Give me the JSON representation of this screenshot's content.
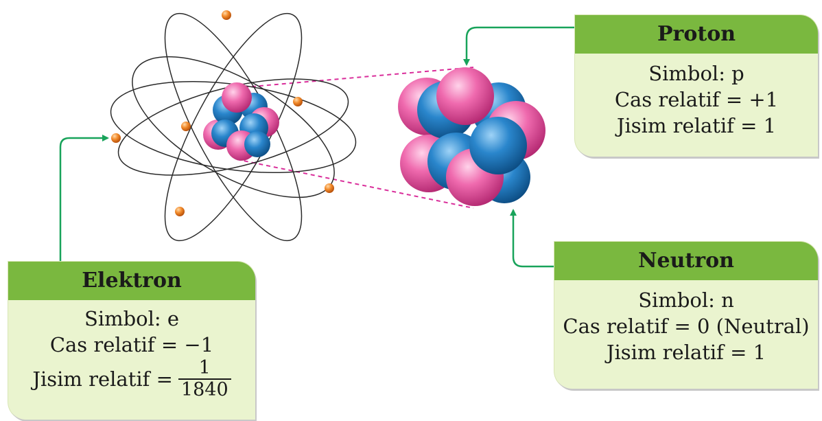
{
  "colors": {
    "proton": "#e8559a",
    "neutron": "#1f7bc1",
    "electron": "#f07a1f",
    "arrow": "#18a35a",
    "dashed_line": "#d92d9a",
    "card_header": "#7ab83f",
    "card_body": "#eaf4cf"
  },
  "proton": {
    "title": "Proton",
    "symbol": "Simbol: p",
    "charge": "Cas relatif = +1",
    "mass": "Jisim relatif = 1"
  },
  "neutron": {
    "title": "Neutron",
    "symbol": "Simbol: n",
    "charge": "Cas relatif = 0 (Neutral)",
    "mass": "Jisim relatif = 1"
  },
  "elektron": {
    "title": "Elektron",
    "symbol": "Simbol: e",
    "charge": "Cas relatif = −1",
    "mass_label": "Jisim relatif =",
    "mass_numerator": "1",
    "mass_denominator": "1840"
  }
}
